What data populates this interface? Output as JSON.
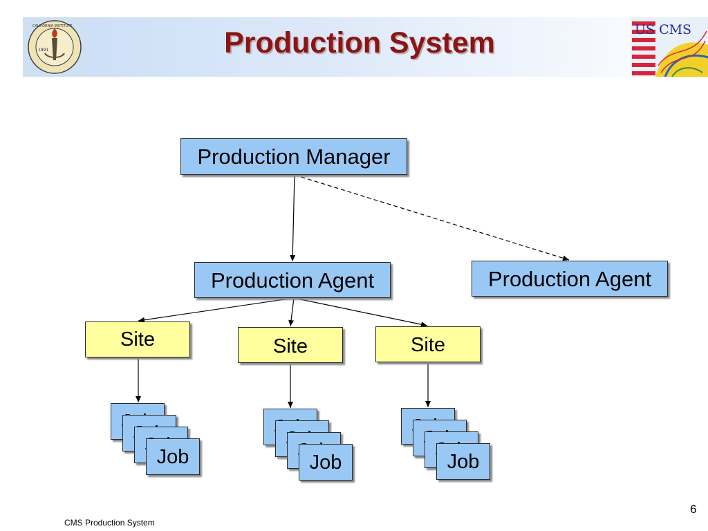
{
  "header": {
    "title": "Production System",
    "logo_left_text": "CALIFORNIA INSTITUTE OF TECHNOLOGY",
    "logo_left_year": "1891",
    "logo_right_text": "US CMS"
  },
  "diagram": {
    "manager": {
      "label": "Production Manager"
    },
    "agents": [
      {
        "label": "Production Agent"
      },
      {
        "label": "Production Agent"
      }
    ],
    "sites": [
      {
        "label": "Site",
        "jobs": [
          "Job",
          "Job",
          "Job",
          "Job"
        ]
      },
      {
        "label": "Site",
        "jobs": [
          "Job",
          "Job",
          "Job",
          "Job"
        ]
      },
      {
        "label": "Site",
        "jobs": [
          "Job",
          "Job",
          "Job",
          "Job"
        ]
      }
    ]
  },
  "footer": {
    "text": "CMS Production System",
    "page": "6"
  },
  "colors": {
    "title": "#8b1414",
    "blue_box": "#9ac8f4",
    "yellow_box": "#ffff9e"
  }
}
